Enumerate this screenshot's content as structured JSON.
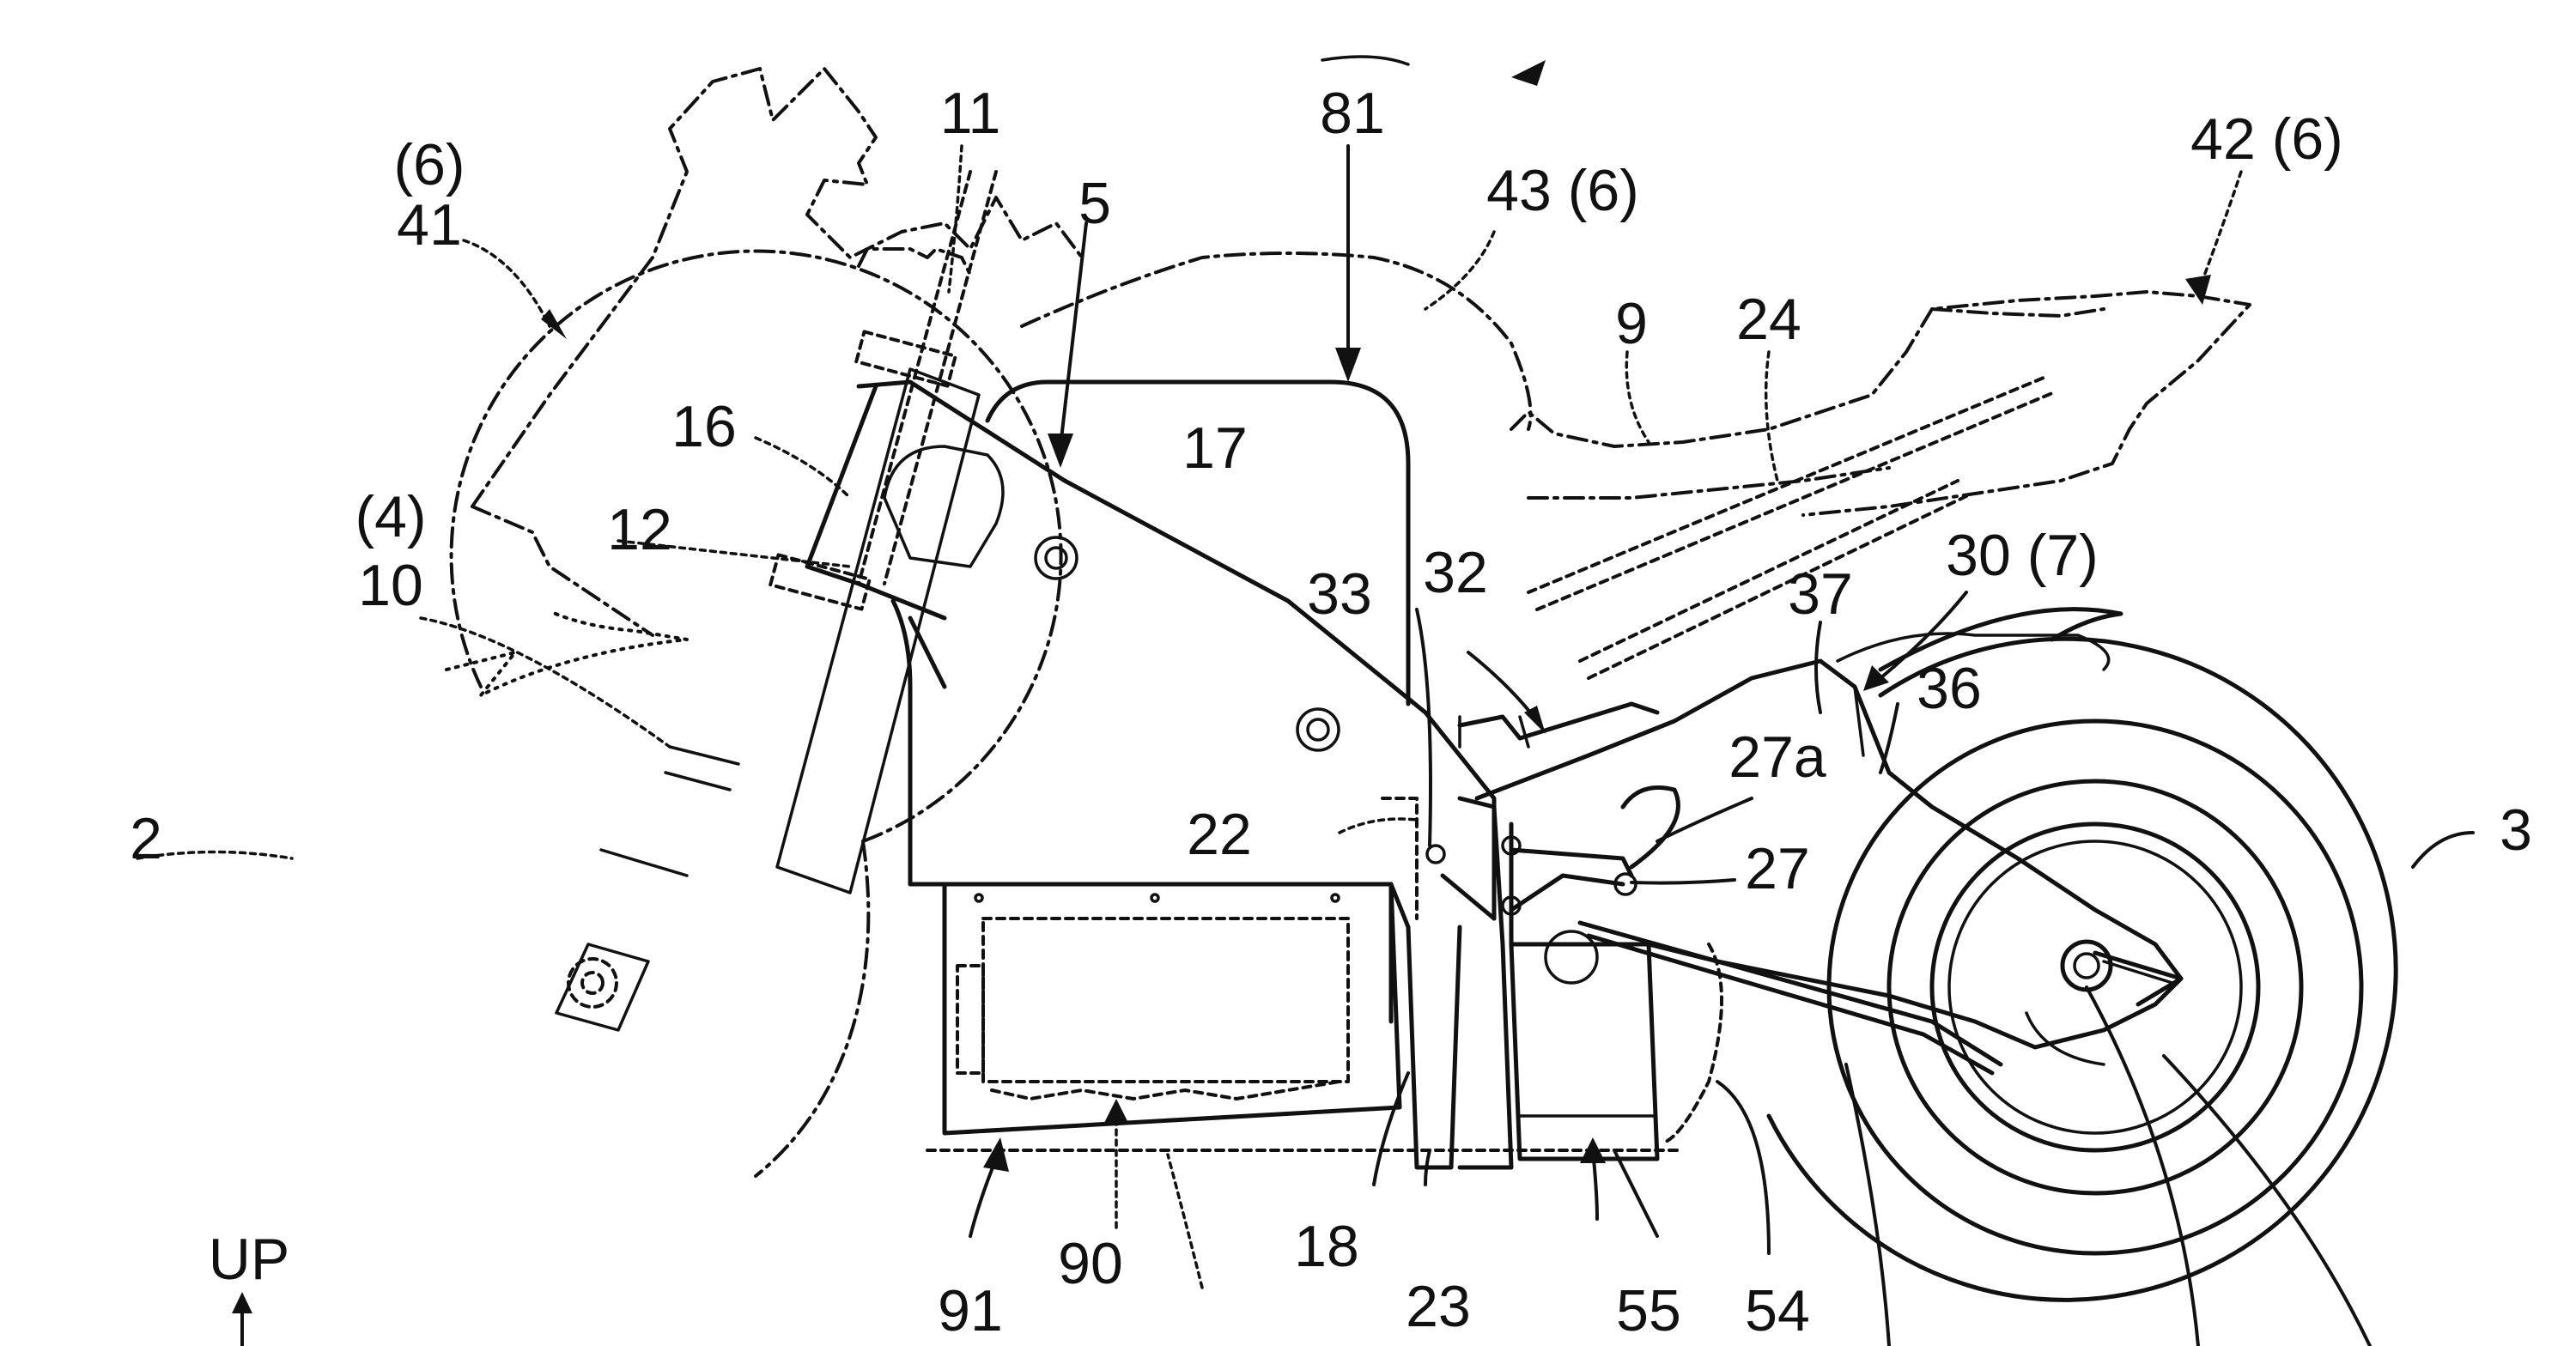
{
  "labels": {
    "l_6a": "(6)",
    "l_41": "41",
    "l_11": "11",
    "l_5": "5",
    "l_81": "81",
    "l_43": "43 (6)",
    "l_42": "42 (6)",
    "l_9": "9",
    "l_24": "24",
    "l_16": "16",
    "l_17": "17",
    "l_4": "(4)",
    "l_10": "10",
    "l_12": "12",
    "l_33": "33",
    "l_32": "32",
    "l_30": "30 (7)",
    "l_37": "37",
    "l_36": "36",
    "l_27a": "27a",
    "l_27": "27",
    "l_2": "2",
    "l_3": "3",
    "l_22": "22",
    "l_18": "18",
    "l_23": "23",
    "l_55": "55",
    "l_54": "54",
    "l_90": "90",
    "l_91": "91",
    "l_up": "UP"
  }
}
